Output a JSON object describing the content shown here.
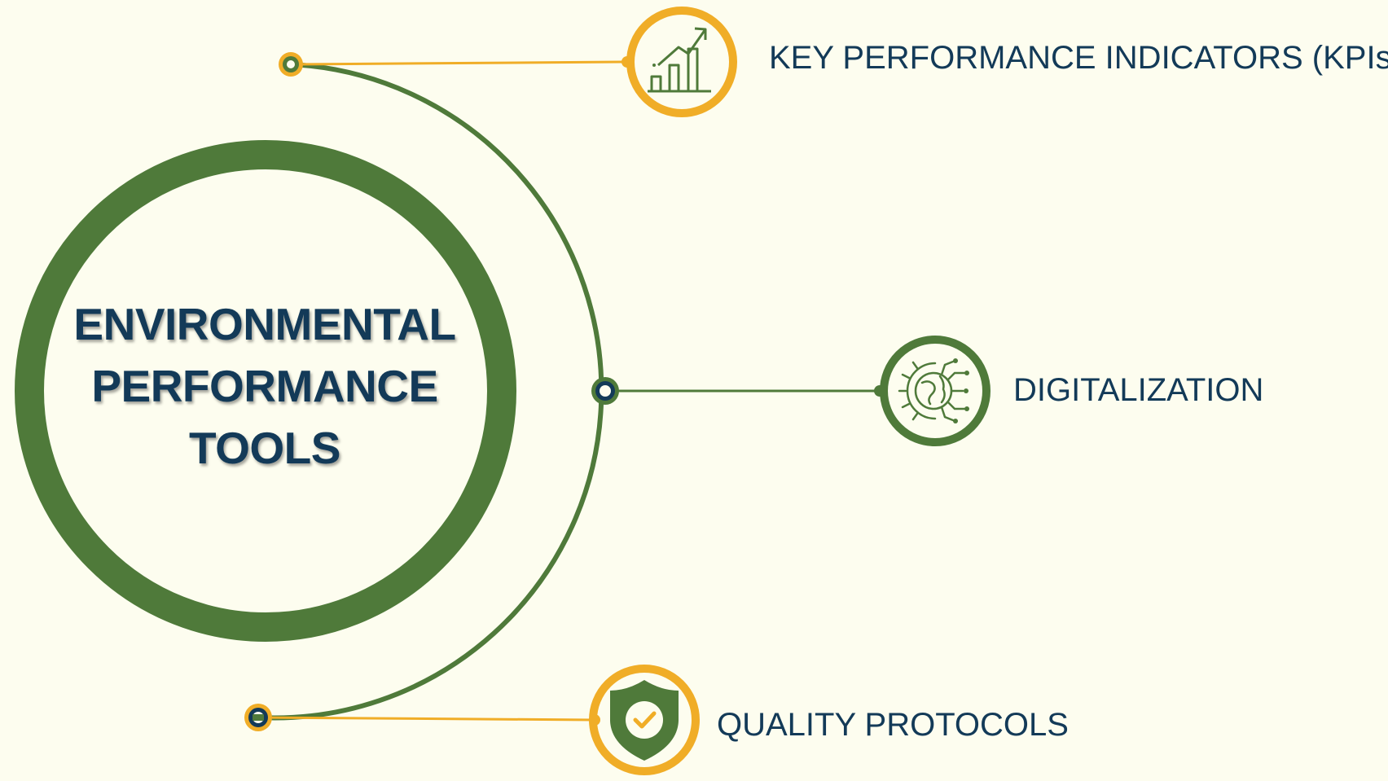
{
  "center": {
    "lines": [
      "ENVIRONMENTAL",
      "PERFORMANCE",
      "TOOLS"
    ]
  },
  "items": [
    {
      "label": "KEY PERFORMANCE INDICATORS (KPIs)",
      "icon": "bar-chart-growth-icon"
    },
    {
      "label": "DIGITALIZATION",
      "icon": "digital-globe-gear-icon"
    },
    {
      "label": "QUALITY PROTOCOLS",
      "icon": "shield-check-icon"
    }
  ],
  "colors": {
    "background": "#fdfdef",
    "green": "#4f7a3a",
    "gold": "#f0ad27",
    "navy": "#133a58",
    "icon_fill": "#fdfdef"
  }
}
